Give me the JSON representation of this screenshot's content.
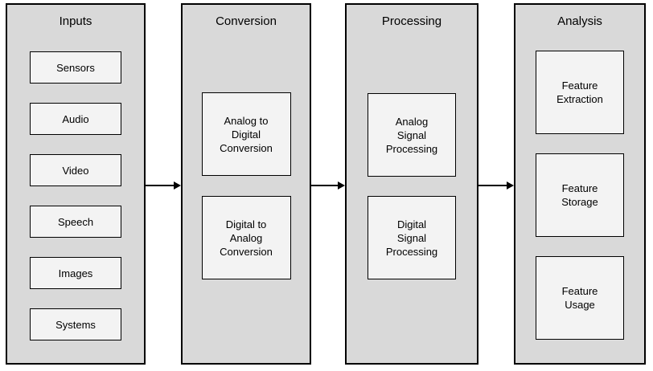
{
  "diagram": {
    "columns": [
      {
        "id": "inputs",
        "title": "Inputs",
        "nodes": [
          "Sensors",
          "Audio",
          "Video",
          "Speech",
          "Images",
          "Systems"
        ]
      },
      {
        "id": "conversion",
        "title": "Conversion",
        "nodes": [
          "Analog to\nDigital\nConversion",
          "Digital to\nAnalog\nConversion"
        ]
      },
      {
        "id": "processing",
        "title": "Processing",
        "nodes": [
          "Analog\nSignal\nProcessing",
          "Digital\nSignal\nProcessing"
        ]
      },
      {
        "id": "analysis",
        "title": "Analysis",
        "nodes": [
          "Feature\nExtraction",
          "Feature\nStorage",
          "Feature\nUsage"
        ]
      }
    ],
    "arrows": [
      {
        "from": "Inputs",
        "to": "Conversion"
      },
      {
        "from": "Conversion",
        "to": "Processing"
      },
      {
        "from": "Processing",
        "to": "Analysis"
      }
    ],
    "colors": {
      "background": "#ffffff",
      "column_fill": "#d9d9d9",
      "node_fill": "#f3f3f3",
      "border": "#000000"
    }
  }
}
